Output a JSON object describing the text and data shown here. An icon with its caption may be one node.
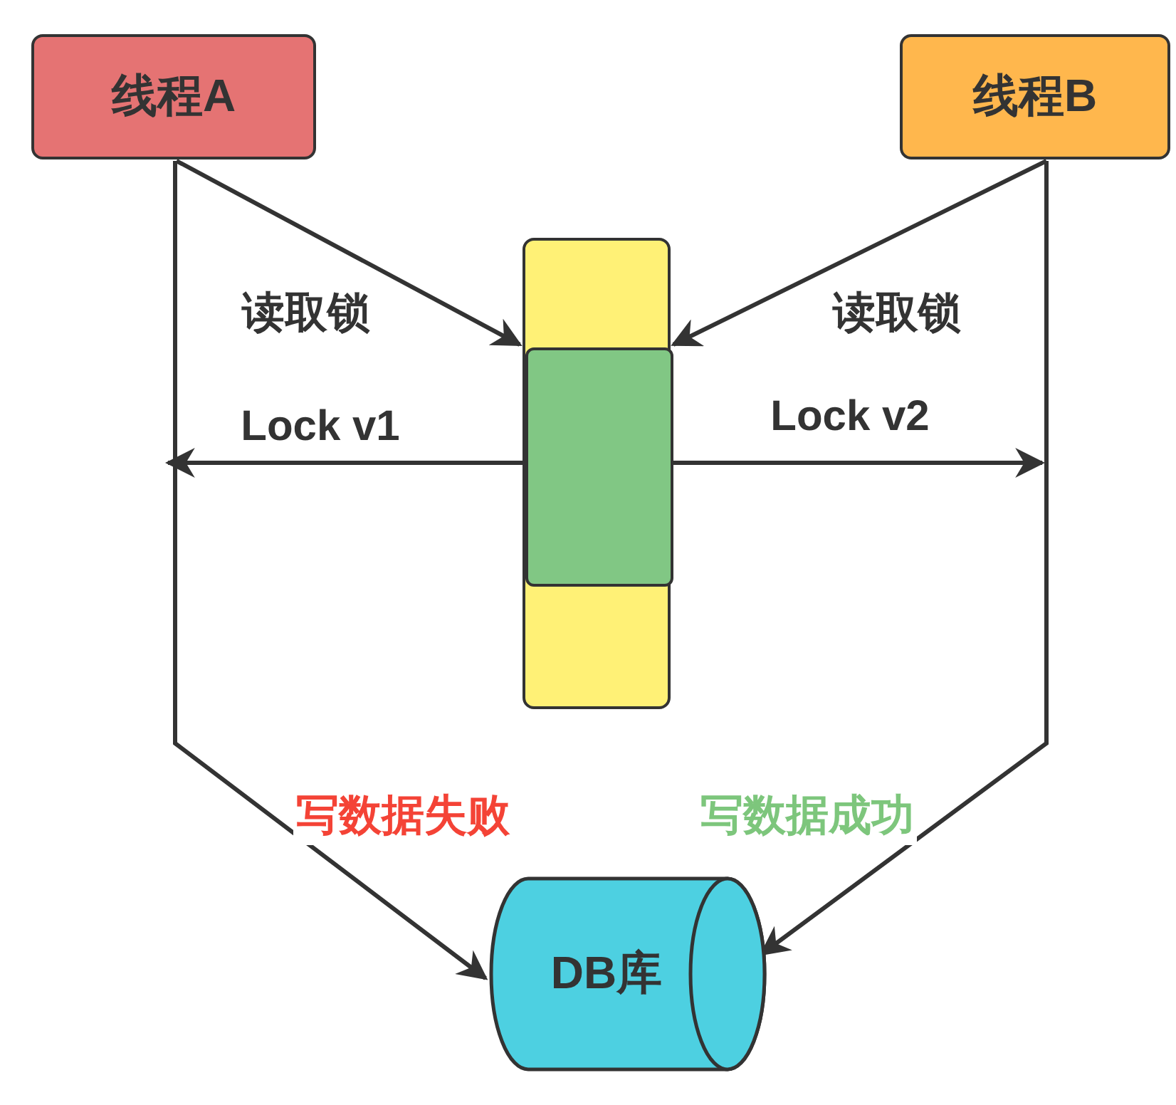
{
  "diagram": {
    "nodes": [
      {
        "text": [
          "线程A"
        ]
      },
      {
        "text": [
          "线程B"
        ]
      },
      {
        "text": [],
        "shape": "bar"
      },
      {
        "text": [],
        "shape": "box",
        "in": 2
      },
      {
        "text": [
          "DB库"
        ]
      }
    ],
    "edges": [
      {
        "from": 0,
        "to": 3,
        "arrow": "to",
        "label": "读取锁"
      },
      {
        "from": 1,
        "to": 3,
        "arrow": "to",
        "label": "读取锁"
      },
      {
        "from": 3,
        "to": null,
        "arrow": "to",
        "label": "Lock v1"
      },
      {
        "from": 3,
        "to": null,
        "arrow": "to",
        "label": "Lock v2"
      },
      {
        "from": 0,
        "to": 4,
        "arrow": "to",
        "label": "写数据失败"
      },
      {
        "from": 1,
        "to": 4,
        "arrow": "to",
        "label": "写数据成功"
      }
    ]
  }
}
